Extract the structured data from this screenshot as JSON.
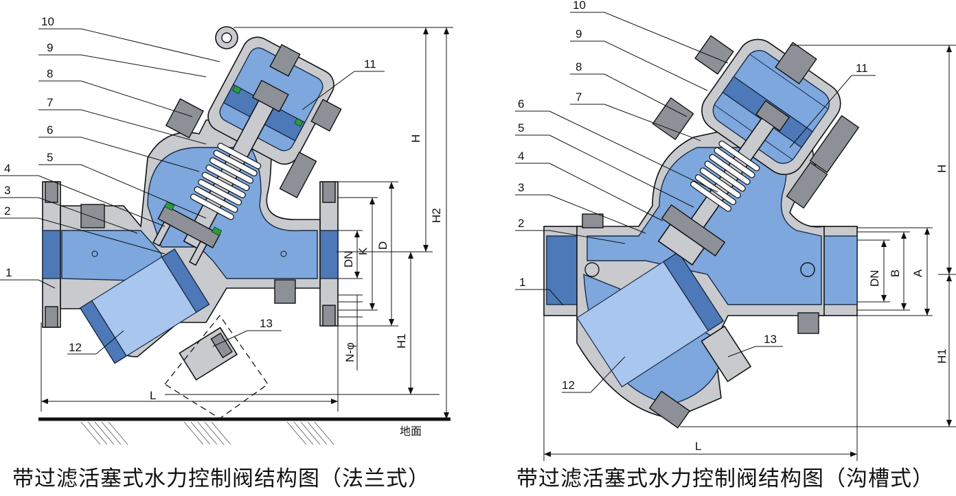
{
  "diagrams": [
    {
      "id": "flanged",
      "caption": "带过滤活塞式水力控制阀结构图（法兰式）",
      "callouts": [
        "1",
        "2",
        "3",
        "4",
        "5",
        "6",
        "7",
        "8",
        "9",
        "10",
        "11",
        "12",
        "13"
      ],
      "dimensions": {
        "H": "H",
        "H1": "H1",
        "H2": "H2",
        "L": "L",
        "DN": "DN",
        "K": "K",
        "D": "D",
        "N_phi": "N-φ"
      },
      "ground": "地面"
    },
    {
      "id": "grooved",
      "caption": "带过滤活塞式水力控制阀结构图（沟槽式）",
      "callouts": [
        "1",
        "2",
        "3",
        "4",
        "5",
        "6",
        "7",
        "8",
        "9",
        "10",
        "11",
        "12",
        "13"
      ],
      "dimensions": {
        "H": "H",
        "H1": "H1",
        "L": "L",
        "DN": "DN",
        "B": "B",
        "A": "A"
      }
    }
  ],
  "colors": {
    "body_metal": "#c8cace",
    "internal_blue": "#7da7dd",
    "dark_blue": "#4d79b8",
    "seal_green": "#2d9a3c"
  }
}
